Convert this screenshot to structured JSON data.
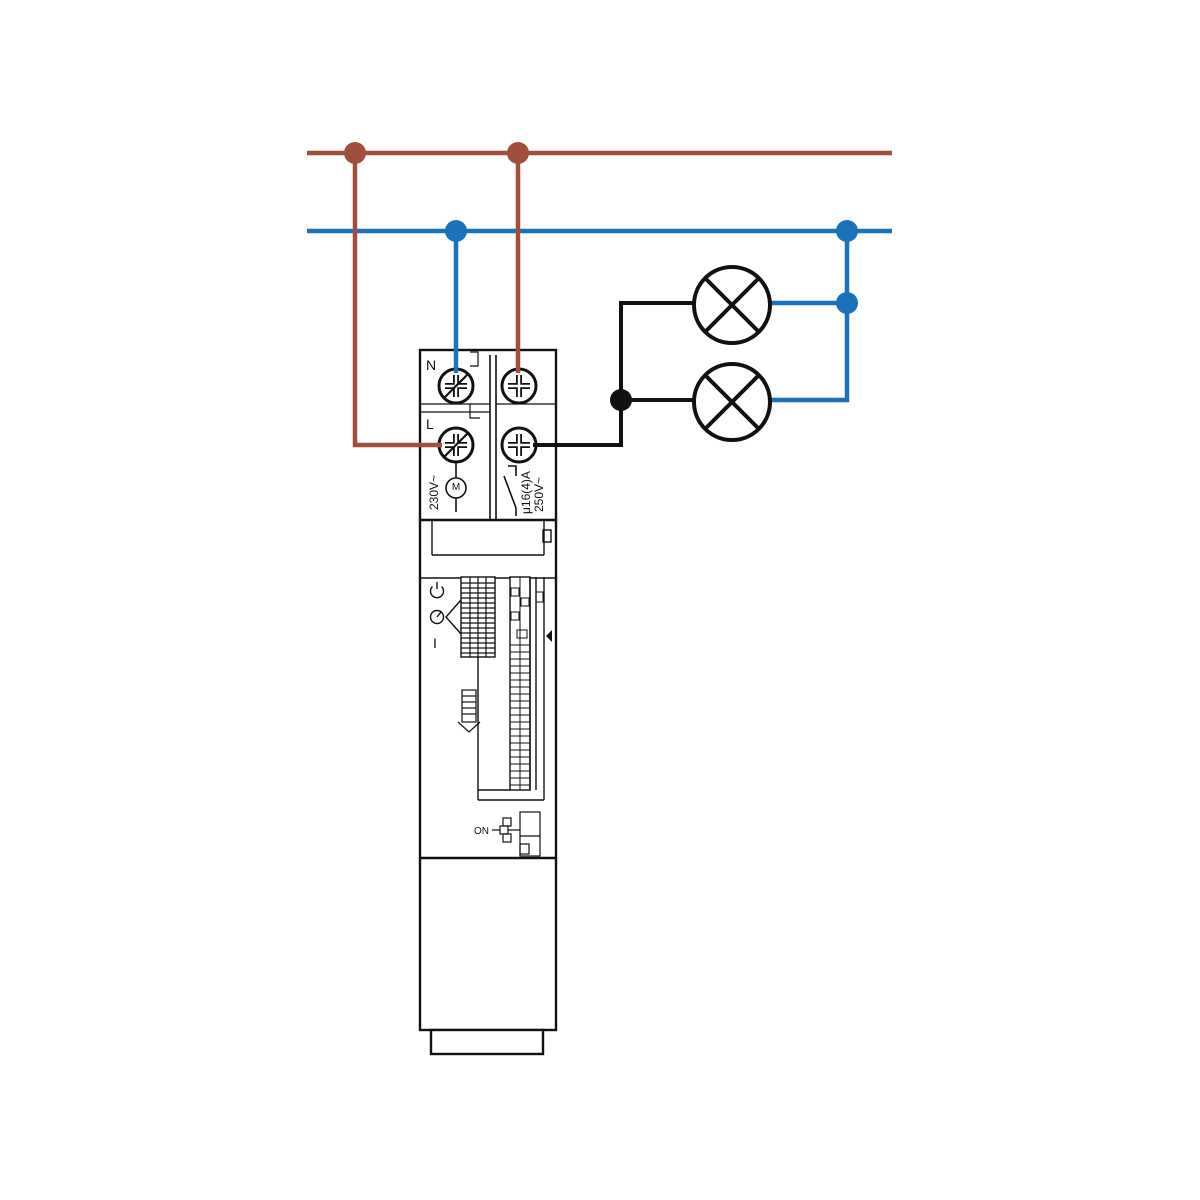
{
  "colors": {
    "line_wire": "#a0503a",
    "neutral_wire": "#1a72bb",
    "load_wire": "#111111",
    "device_outline": "#111111",
    "background": "#ffffff"
  },
  "terminals": {
    "neutral_label": "N",
    "live_label": "L"
  },
  "device": {
    "supply_label": "230V~",
    "motor_label": "M",
    "contact_rating": "μ16(4)A",
    "contact_voltage": "250V~",
    "dial_power_icon": "power-icon",
    "dial_auto_icon": "clock-icon",
    "dial_on_label": "I",
    "override_label": "ON"
  }
}
